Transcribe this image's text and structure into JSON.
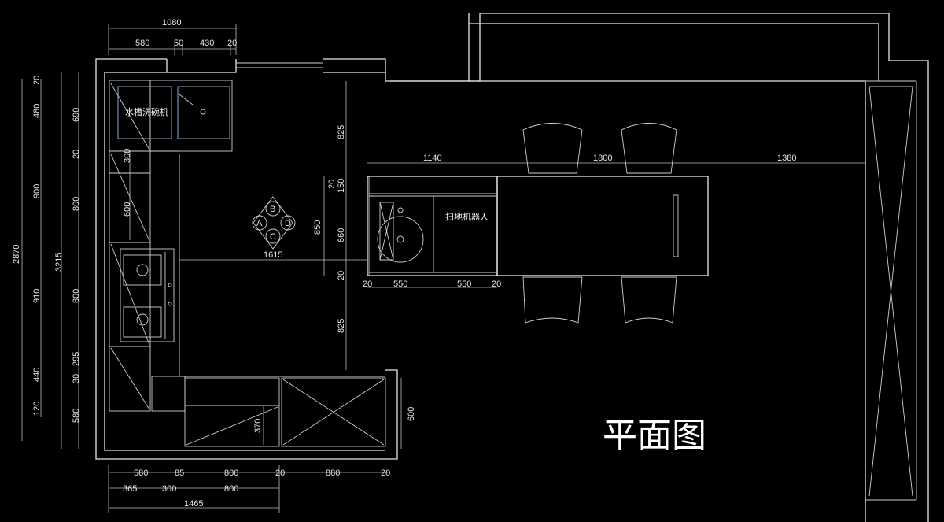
{
  "title": "平面图",
  "labels": {
    "sink_dishwasher": "水槽洗碗机",
    "robot_vacuum": "扫地机器人"
  },
  "compass": [
    "B",
    "A",
    "D",
    "C"
  ],
  "dims": {
    "top_total": "1080",
    "top": [
      "580",
      "50",
      "430",
      "20"
    ],
    "left_outer": "2870",
    "left_mid": "3215",
    "left_a": [
      "20",
      "480",
      "900",
      "910",
      "440",
      "120"
    ],
    "left_b": [
      "690",
      "20",
      "800",
      "800",
      "295",
      "30",
      "580"
    ],
    "cab": [
      "300",
      "600"
    ],
    "bottom1": [
      "580",
      "85",
      "800",
      "20",
      "880",
      "20"
    ],
    "bottom2": [
      "365",
      "300",
      "800"
    ],
    "bottom_total": "1465",
    "island_top": [
      "1140",
      "1800",
      "1380"
    ],
    "island_v": [
      "825",
      "20",
      "150",
      "850",
      "660",
      "20",
      "825"
    ],
    "island_bottom": [
      "20",
      "550",
      "550",
      "20"
    ],
    "aisle": "1615",
    "bottom_cab_depth": "370",
    "right_cab": "600"
  },
  "colors": {
    "background": "#000000",
    "line": "#e8e8e8",
    "sink": "#6f8fb8"
  }
}
